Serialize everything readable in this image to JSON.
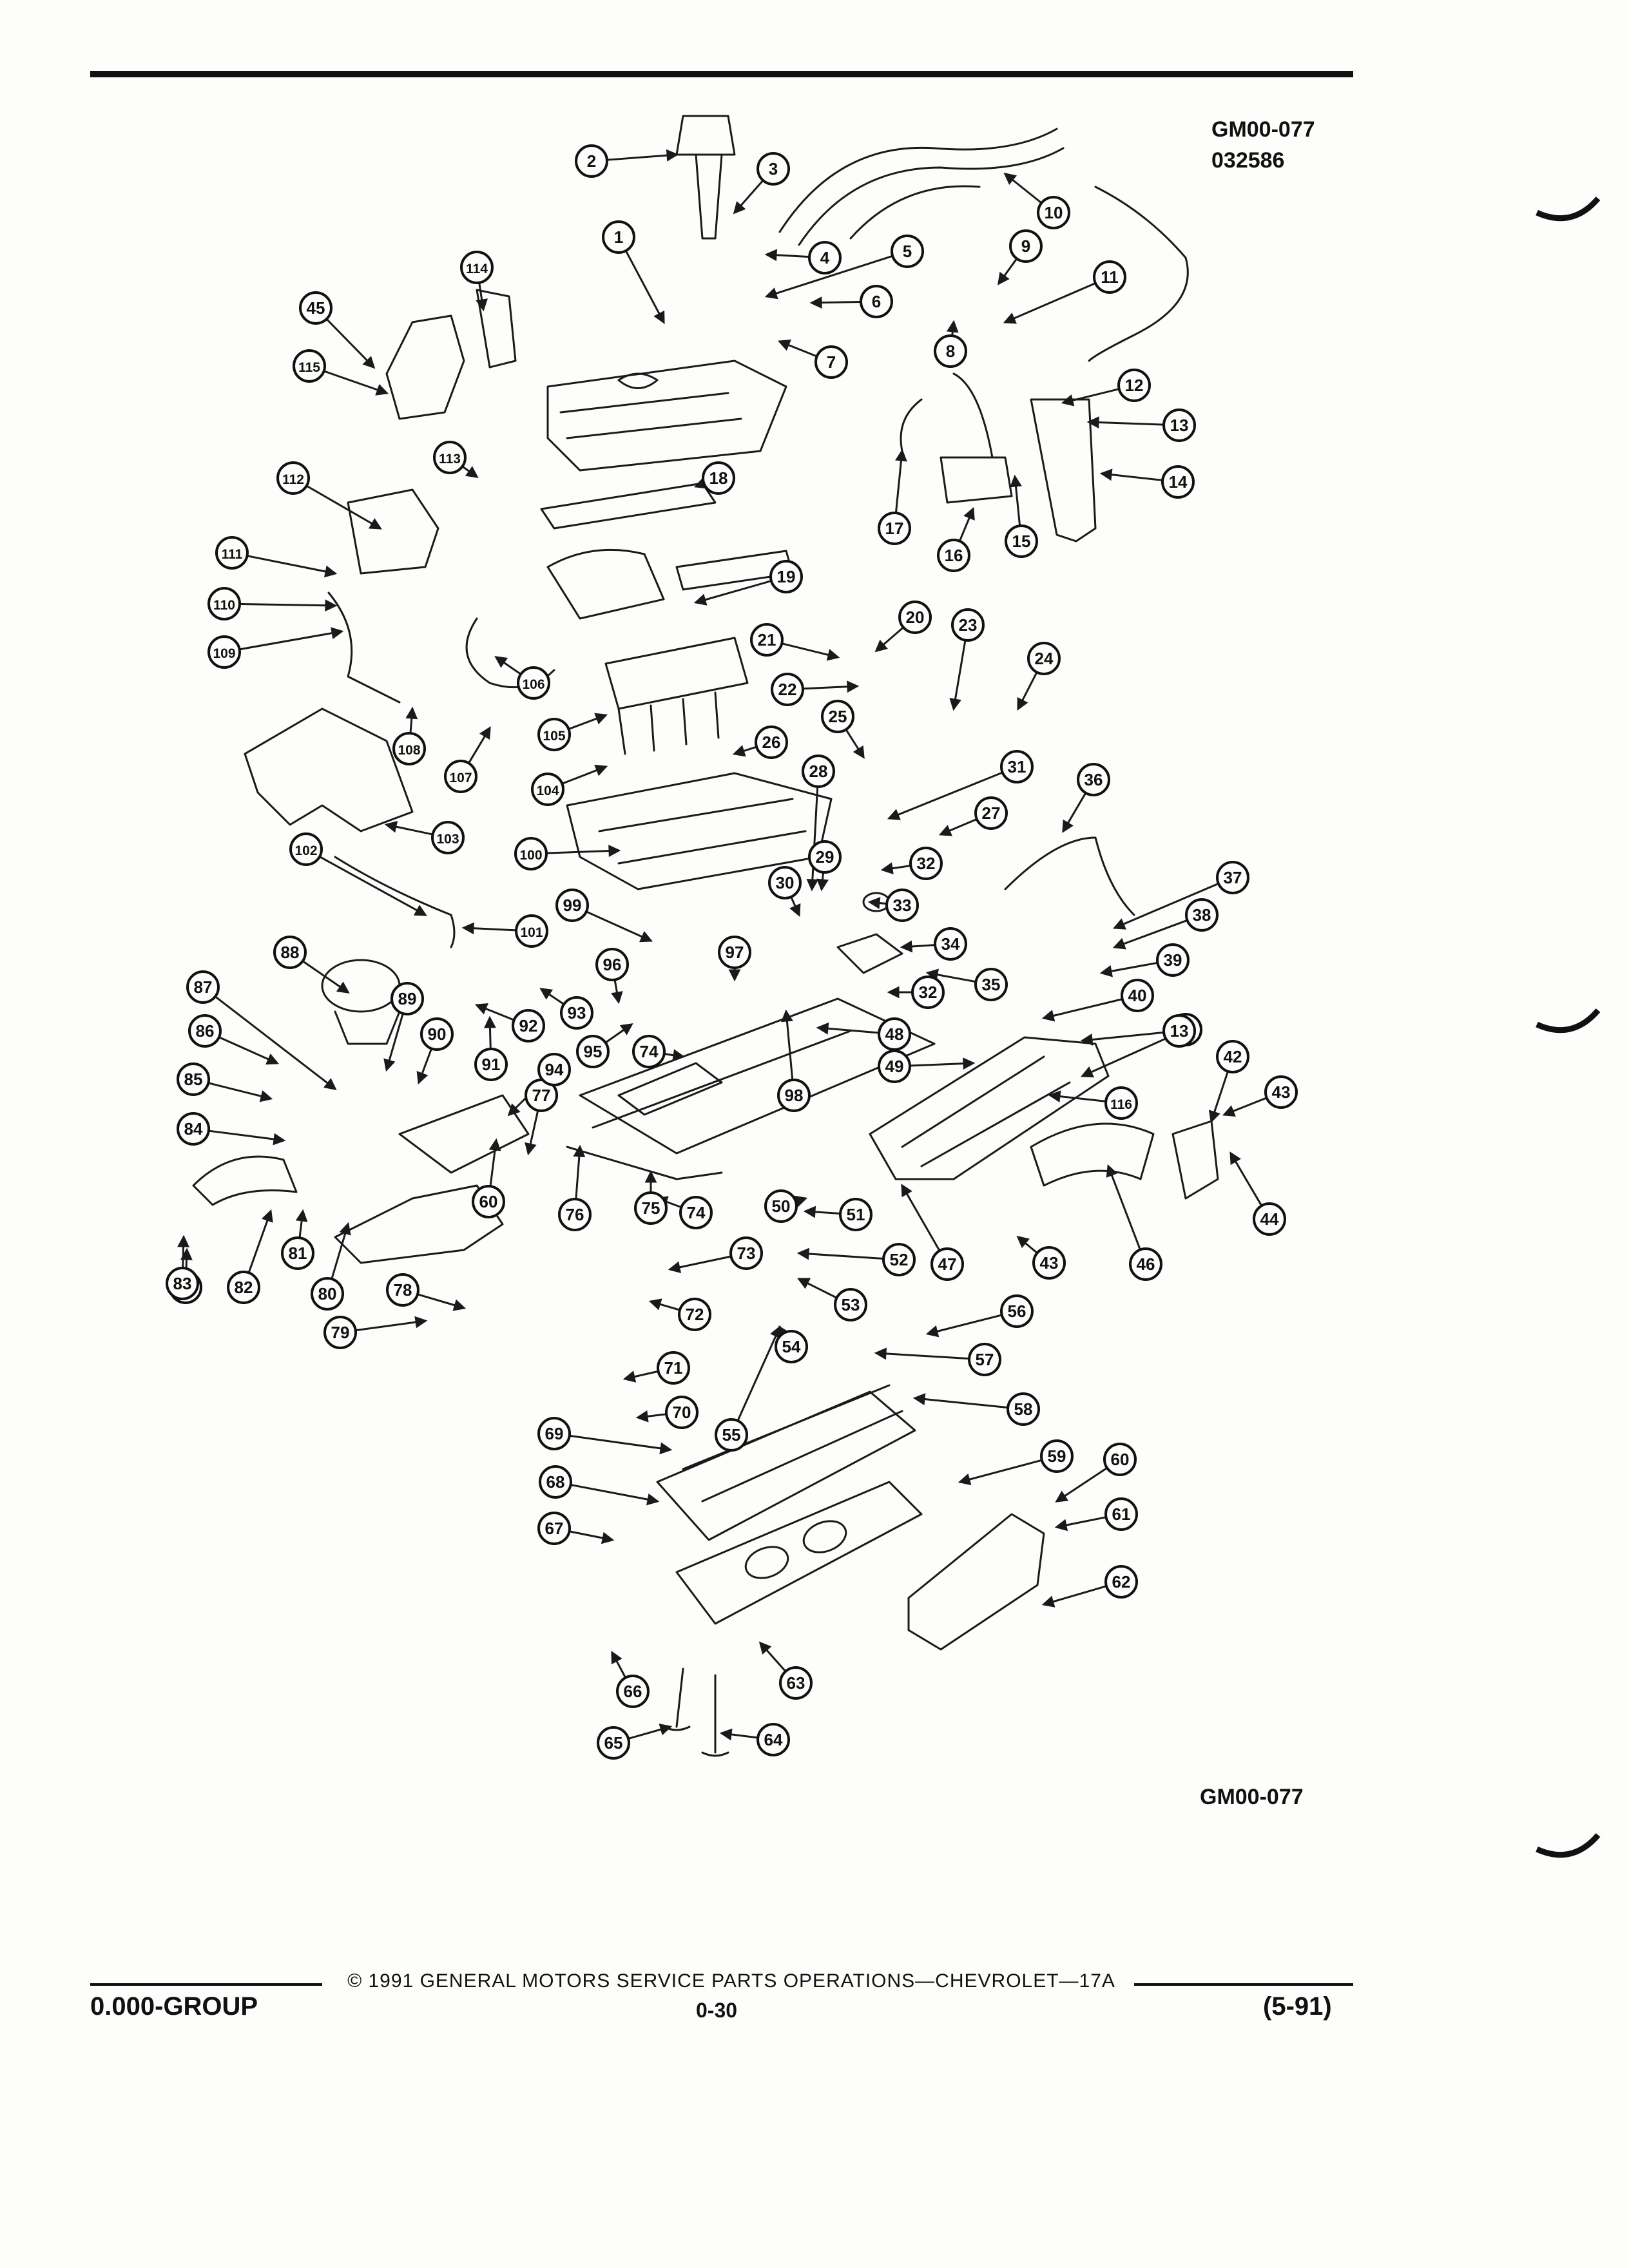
{
  "header": {
    "drawing_code": "GM00-077",
    "drawing_date": "032586"
  },
  "diagram": {
    "figure_code": "GM00-077",
    "callouts": [
      {
        "label": "1"
      },
      {
        "label": "2"
      },
      {
        "label": "3"
      },
      {
        "label": "4"
      },
      {
        "label": "5"
      },
      {
        "label": "6"
      },
      {
        "label": "7"
      },
      {
        "label": "8"
      },
      {
        "label": "9"
      },
      {
        "label": "10"
      },
      {
        "label": "11"
      },
      {
        "label": "12"
      },
      {
        "label": "13"
      },
      {
        "label": "14"
      },
      {
        "label": "15"
      },
      {
        "label": "16"
      },
      {
        "label": "17"
      },
      {
        "label": "18"
      },
      {
        "label": "19"
      },
      {
        "label": "20"
      },
      {
        "label": "21"
      },
      {
        "label": "22"
      },
      {
        "label": "23"
      },
      {
        "label": "24"
      },
      {
        "label": "25"
      },
      {
        "label": "26"
      },
      {
        "label": "27"
      },
      {
        "label": "28"
      },
      {
        "label": "29"
      },
      {
        "label": "30"
      },
      {
        "label": "31"
      },
      {
        "label": "32"
      },
      {
        "label": "33"
      },
      {
        "label": "34"
      },
      {
        "label": "35"
      },
      {
        "label": "36"
      },
      {
        "label": "37"
      },
      {
        "label": "38"
      },
      {
        "label": "39"
      },
      {
        "label": "40"
      },
      {
        "label": "41"
      },
      {
        "label": "42"
      },
      {
        "label": "43"
      },
      {
        "label": "44"
      },
      {
        "label": "45"
      },
      {
        "label": "46"
      },
      {
        "label": "47"
      },
      {
        "label": "48"
      },
      {
        "label": "49"
      },
      {
        "label": "50"
      },
      {
        "label": "51"
      },
      {
        "label": "52"
      },
      {
        "label": "53"
      },
      {
        "label": "54"
      },
      {
        "label": "55"
      },
      {
        "label": "56"
      },
      {
        "label": "57"
      },
      {
        "label": "58"
      },
      {
        "label": "59"
      },
      {
        "label": "60"
      },
      {
        "label": "61"
      },
      {
        "label": "62"
      },
      {
        "label": "63"
      },
      {
        "label": "64"
      },
      {
        "label": "65"
      },
      {
        "label": "66"
      },
      {
        "label": "67"
      },
      {
        "label": "68"
      },
      {
        "label": "69"
      },
      {
        "label": "70"
      },
      {
        "label": "71"
      },
      {
        "label": "72"
      },
      {
        "label": "73"
      },
      {
        "label": "74"
      },
      {
        "label": "75"
      },
      {
        "label": "76"
      },
      {
        "label": "77"
      },
      {
        "label": "78"
      },
      {
        "label": "79"
      },
      {
        "label": "80"
      },
      {
        "label": "81"
      },
      {
        "label": "82"
      },
      {
        "label": "83"
      },
      {
        "label": "84"
      },
      {
        "label": "85"
      },
      {
        "label": "86"
      },
      {
        "label": "87"
      },
      {
        "label": "88"
      },
      {
        "label": "89"
      },
      {
        "label": "90"
      },
      {
        "label": "91"
      },
      {
        "label": "92"
      },
      {
        "label": "93"
      },
      {
        "label": "94"
      },
      {
        "label": "95"
      },
      {
        "label": "96"
      },
      {
        "label": "97"
      },
      {
        "label": "98"
      },
      {
        "label": "99"
      },
      {
        "label": "100"
      },
      {
        "label": "101"
      },
      {
        "label": "102"
      },
      {
        "label": "103"
      },
      {
        "label": "104"
      },
      {
        "label": "105"
      },
      {
        "label": "106"
      },
      {
        "label": "107"
      },
      {
        "label": "108"
      },
      {
        "label": "109"
      },
      {
        "label": "110"
      },
      {
        "label": "111"
      },
      {
        "label": "112"
      },
      {
        "label": "113"
      },
      {
        "label": "114"
      },
      {
        "label": "115"
      },
      {
        "label": "116"
      },
      {
        "label": "13"
      },
      {
        "label": "32"
      },
      {
        "label": "43"
      },
      {
        "label": "60"
      },
      {
        "label": "74"
      },
      {
        "label": "83"
      }
    ]
  },
  "footer": {
    "copyright": "© 1991 GENERAL MOTORS SERVICE PARTS OPERATIONS—CHEVROLET—17A",
    "group": "0.000-GROUP",
    "page_number": "0-30",
    "revision": "(5-91)"
  }
}
